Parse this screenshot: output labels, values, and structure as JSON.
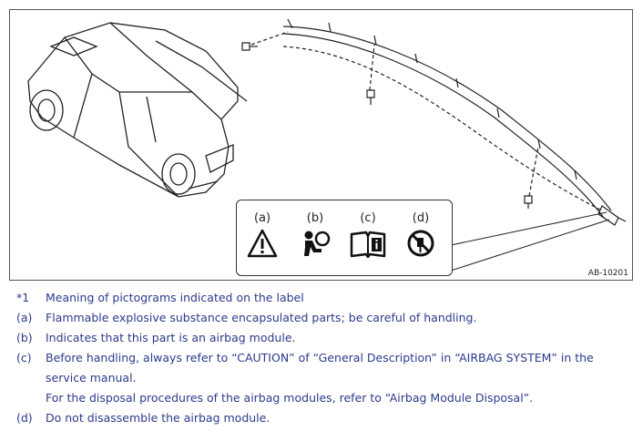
{
  "figure": {
    "id": "AB-10201",
    "pictograms": [
      {
        "label": "(a)",
        "icon": "warning-triangle-icon"
      },
      {
        "label": "(b)",
        "icon": "airbag-module-icon"
      },
      {
        "label": "(c)",
        "icon": "read-manual-icon"
      },
      {
        "label": "(d)",
        "icon": "do-not-disassemble-icon"
      }
    ]
  },
  "notes": [
    {
      "mark": "*1",
      "text": "Meaning of pictograms indicated on the label"
    },
    {
      "mark": "(a)",
      "text": "Flammable explosive substance encapsulated parts; be careful of handling."
    },
    {
      "mark": "(b)",
      "text": "Indicates that this part is an airbag module."
    },
    {
      "mark": "(c)",
      "text": "Before handling, always refer to “CAUTION” of “General Description” in “AIRBAG SYSTEM” in the"
    },
    {
      "mark": "",
      "text": "service manual."
    },
    {
      "mark": "",
      "text": "For the disposal procedures of the airbag modules, refer to “Airbag Module Disposal”."
    },
    {
      "mark": "(d)",
      "text": "Do not disassemble the airbag module."
    }
  ]
}
